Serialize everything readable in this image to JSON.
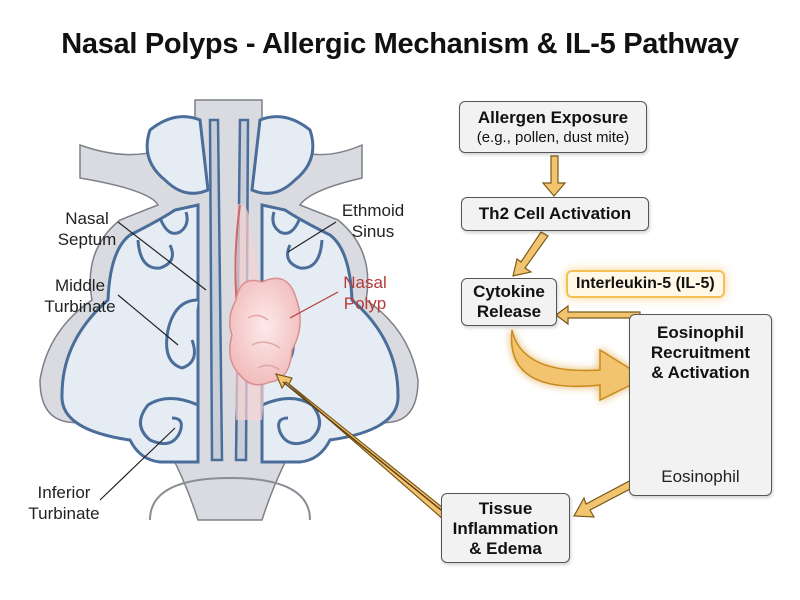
{
  "title": "Nasal Polyps - Allergic Mechanism & IL-5 Pathway",
  "anatomy_labels": {
    "nasal_septum": [
      "Nasal",
      "Septum"
    ],
    "middle_turbinate": [
      "Middle",
      "Turbinate"
    ],
    "inferior_turbinate": [
      "Inferior",
      "Turbinate"
    ],
    "ethmoid_sinus": [
      "Ethmoid",
      "Sinus"
    ],
    "nasal_polyp": [
      "Nasal",
      "Polyp"
    ]
  },
  "pathway": {
    "allergen": {
      "title": "Allergen Exposure",
      "sub": "(e.g., pollen, dust mite)"
    },
    "th2": {
      "title": "Th2 Cell Activation"
    },
    "cytokine": {
      "line1": "Cytokine",
      "line2": "Release"
    },
    "il5": "Interleukin-5 (IL-5)",
    "eosinophil": {
      "line1": "Eosinophil",
      "line2": "Recruitment",
      "line3": "& Activation",
      "caption": "Eosinophil"
    },
    "tissue": {
      "line1": "Tissue",
      "line2": "Inflammation",
      "line3": "& Edema"
    }
  },
  "colors": {
    "arrow": "#f3c470",
    "arrow_stroke": "#7a5a1a",
    "tissue_outline": "#4a6d9a",
    "tissue_fill": "#e6ecf4",
    "polyp": "#f4c9c9",
    "box_fill": "#f2f2f2"
  }
}
